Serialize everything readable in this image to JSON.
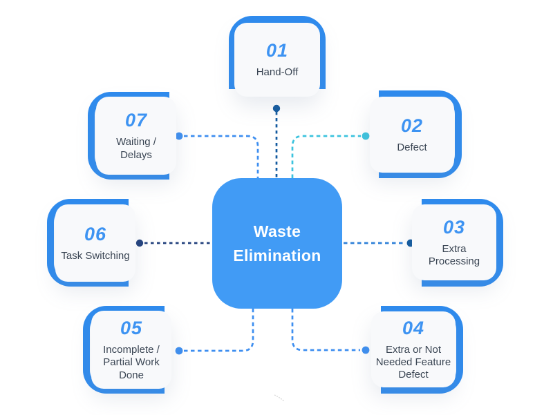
{
  "diagram": {
    "center": {
      "title": "Waste Elimination"
    },
    "items": [
      {
        "number": "01",
        "label": "Hand-Off",
        "position": "top"
      },
      {
        "number": "02",
        "label": "Defect",
        "position": "top-right"
      },
      {
        "number": "03",
        "label": "Extra Processing",
        "position": "right"
      },
      {
        "number": "04",
        "label": "Extra or Not Needed Feature Defect",
        "position": "bottom-right"
      },
      {
        "number": "05",
        "label": "Incomplete / Partial Work Done",
        "position": "bottom-left"
      },
      {
        "number": "06",
        "label": "Task Switching",
        "position": "left"
      },
      {
        "number": "07",
        "label": "Waiting / Delays",
        "position": "top-left"
      }
    ]
  },
  "colors": {
    "center_box": "#419bf5",
    "bracket_blue": "#2e8bee",
    "number_blue": "#3d93f2",
    "label_text": "#3a4553",
    "card_bg": "#f8f9fb"
  },
  "connectors": [
    {
      "to": "01",
      "line": "#11599e",
      "dot": "#11599e",
      "style": "dashed"
    },
    {
      "to": "02",
      "line": "#3cc3de",
      "dot": "#3cc3de",
      "style": "dashed"
    },
    {
      "to": "07",
      "line": "#3d8ef0",
      "dot": "#3d8ef0",
      "style": "dashed"
    },
    {
      "to": "06",
      "line": "#21407c",
      "dot": "#21407c",
      "style": "dashed"
    },
    {
      "to": "03",
      "line": "#2f80d8",
      "dot": "#11599e",
      "style": "dashed"
    },
    {
      "to": "05",
      "line": "#3d8ef0",
      "dot": "#3d8ef0",
      "style": "dashed"
    },
    {
      "to": "04",
      "line": "#3d8ef0",
      "dot": "#3d8ef0",
      "style": "dashed"
    }
  ]
}
